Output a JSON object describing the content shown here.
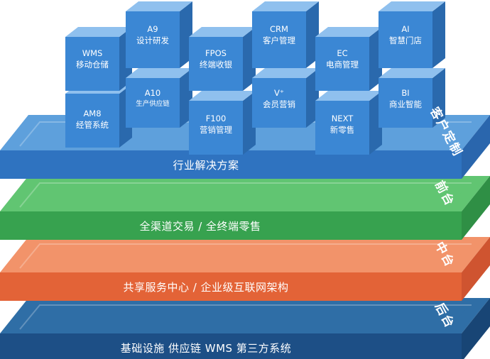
{
  "colors": {
    "blue_top": "#5ea0dc",
    "blue_front": "#2f73c0",
    "blue_side": "#2a66ad",
    "green_top": "#61c572",
    "green_front": "#37a24f",
    "green_side": "#2f8f45",
    "orange_top": "#f2936a",
    "orange_front": "#e36337",
    "orange_side": "#cf5430",
    "navy_top": "#2f6ea6",
    "navy_front": "#1d4f86",
    "navy_side": "#184575",
    "cube_front": "#3b87d4",
    "cube_side": "#2a69ad",
    "cube_top": "#8fc0ee"
  },
  "layers": [
    {
      "id": "customization",
      "label": "行业解决方案",
      "side": "客户定制",
      "color": "blue"
    },
    {
      "id": "front",
      "label": "全渠道交易 / 全终端零售",
      "side": "前台",
      "color": "green"
    },
    {
      "id": "middle",
      "label": "共享服务中心 / 企业级互联网架构",
      "side": "中台",
      "color": "orange"
    },
    {
      "id": "back",
      "label": "基础设施  供应链  WMS  第三方系统",
      "side": "后台",
      "color": "navy"
    }
  ],
  "modules": [
    {
      "id": "wms",
      "line1": "WMS",
      "line2": "移动仓储"
    },
    {
      "id": "am8",
      "line1": "AM8",
      "line2": "经管系统"
    },
    {
      "id": "a9",
      "line1": "A9",
      "line2": "设计研发"
    },
    {
      "id": "a10",
      "line1": "A10",
      "line2": "生产供应链"
    },
    {
      "id": "fpos",
      "line1": "FPOS",
      "line2": "终端收银"
    },
    {
      "id": "f100",
      "line1": "F100",
      "line2": "营销管理"
    },
    {
      "id": "crm",
      "line1": "CRM",
      "line2": "客户管理"
    },
    {
      "id": "vplus",
      "line1": "V⁺",
      "line2": "会员营销"
    },
    {
      "id": "ec",
      "line1": "EC",
      "line2": "电商管理"
    },
    {
      "id": "next",
      "line1": "NEXT",
      "line2": "新零售"
    },
    {
      "id": "ai",
      "line1": "AI",
      "line2": "智慧门店"
    },
    {
      "id": "bi",
      "line1": "BI",
      "line2": "商业智能"
    }
  ]
}
